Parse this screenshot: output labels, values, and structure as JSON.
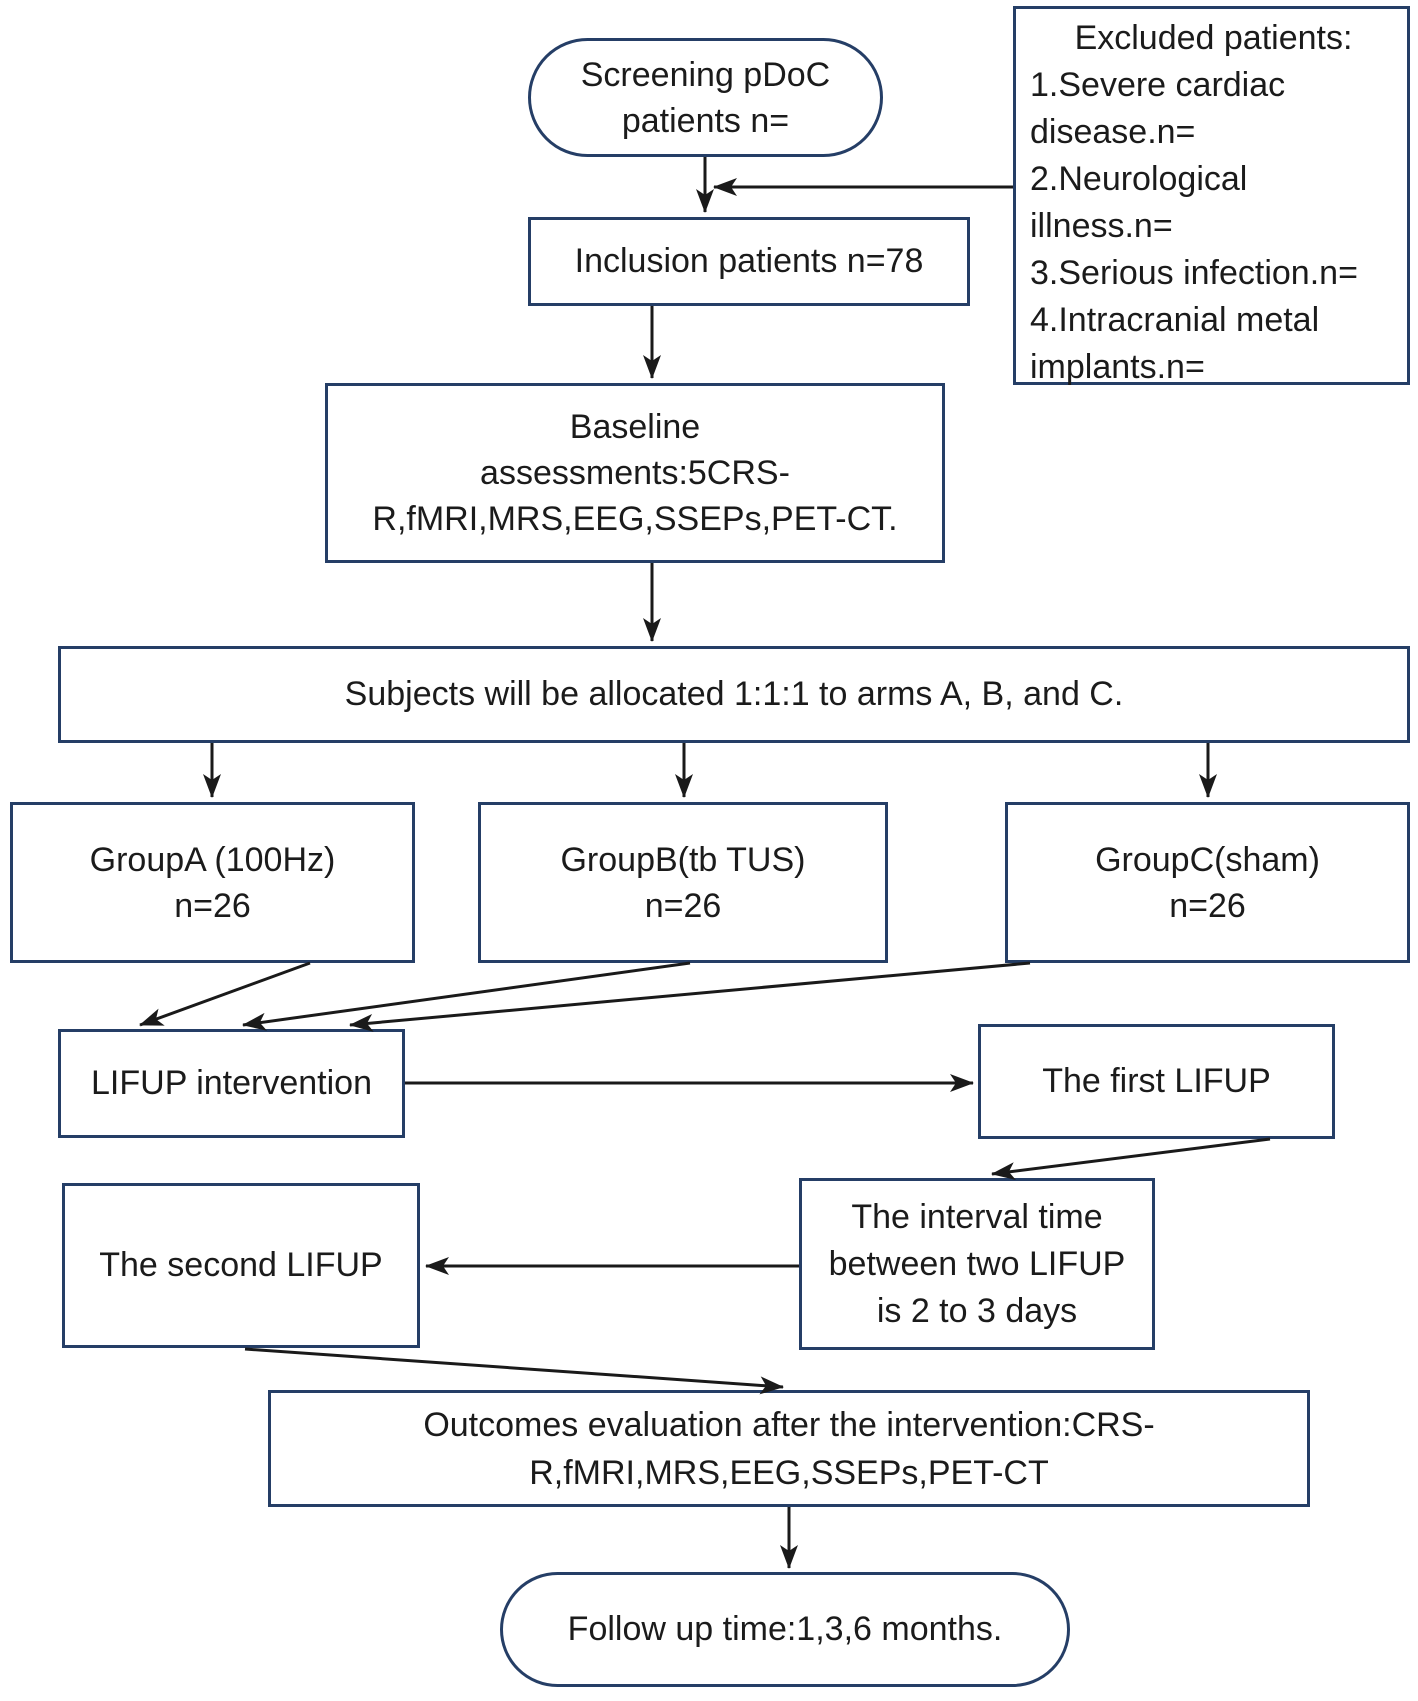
{
  "figure": {
    "type": "flowchart",
    "background": "#ffffff",
    "border_color": "#253e66",
    "arrow_color": "#1a1a1a",
    "text_color": "#1b1b1b"
  },
  "nodes": {
    "screening": {
      "shape": "stadium",
      "lines": [
        "Screening pDoC",
        "patients n="
      ]
    },
    "excluded": {
      "shape": "rect",
      "title": "Excluded patients:",
      "lines": [
        "1.Severe cardiac",
        "disease.n=",
        "2.Neurological",
        "illness.n=",
        "3.Serious infection.n=",
        "4.Intracranial metal",
        "implants.n="
      ]
    },
    "inclusion": {
      "shape": "rect",
      "label": "Inclusion patients n=78"
    },
    "baseline": {
      "shape": "rect",
      "lines": [
        "Baseline",
        "assessments:5CRS-",
        "R,fMRI,MRS,EEG,SSEPs,PET-CT."
      ]
    },
    "allocation": {
      "shape": "rect",
      "label": "Subjects will be allocated 1:1:1 to arms A, B, and C."
    },
    "group_a": {
      "shape": "rect",
      "lines": [
        "GroupA (100Hz)",
        "n=26"
      ]
    },
    "group_b": {
      "shape": "rect",
      "lines": [
        "GroupB(tb TUS)",
        "n=26"
      ]
    },
    "group_c": {
      "shape": "rect",
      "lines": [
        "GroupC(sham)",
        "n=26"
      ]
    },
    "lifup_intervention": {
      "shape": "rect",
      "label": "LIFUP intervention"
    },
    "first_lifup": {
      "shape": "rect",
      "label": "The first LIFUP"
    },
    "second_lifup": {
      "shape": "rect",
      "label": "The second LIFUP"
    },
    "interval": {
      "shape": "rect",
      "lines": [
        "The interval time",
        "between two LIFUP",
        "is 2 to 3 days"
      ]
    },
    "outcomes": {
      "shape": "rect",
      "lines": [
        "Outcomes evaluation after the intervention:CRS-",
        "R,fMRI,MRS,EEG,SSEPs,PET-CT"
      ]
    },
    "follow_up": {
      "shape": "stadium",
      "label": "Follow up time:1,3,6 months."
    }
  }
}
